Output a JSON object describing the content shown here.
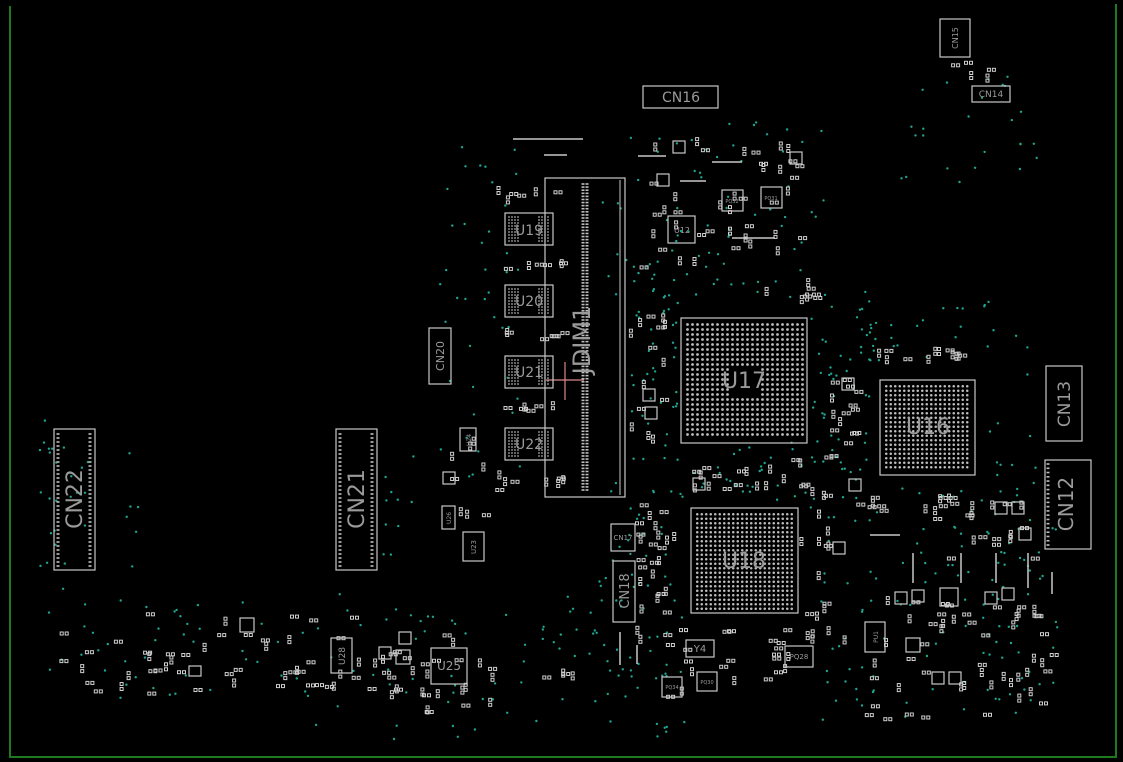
{
  "colors": {
    "background": "#000000",
    "board_outline": "#1f7a1f",
    "silkscreen": "#c8c8c8",
    "label": "#9a9a9a",
    "via": "#1fa58f",
    "marker": "#d98a8a"
  },
  "components": {
    "JDIM1": "JDIM1",
    "U17": "U17",
    "U16": "U16",
    "U18": "U18",
    "U19": "U19",
    "U20": "U20",
    "U21": "U21",
    "U22": "U22",
    "U23": "U23",
    "U24": "U24",
    "U25": "U25",
    "U26": "U26",
    "U28": "U28",
    "CN12": "CN12",
    "CN13": "CN13",
    "CN14": "CN14",
    "CN15": "CN15",
    "CN16": "CN16",
    "CN17": "CN17",
    "CN18": "CN18",
    "CN20": "CN20",
    "CN21": "CN21",
    "CN22": "CN22",
    "Y4": "Y4",
    "PQ28": "PQ28",
    "PQ30": "PQ30",
    "PQ31": "PQ31",
    "PQ32": "PQ32",
    "PQ34": "PQ34",
    "PU1": "PU1",
    "U12": "U12"
  }
}
